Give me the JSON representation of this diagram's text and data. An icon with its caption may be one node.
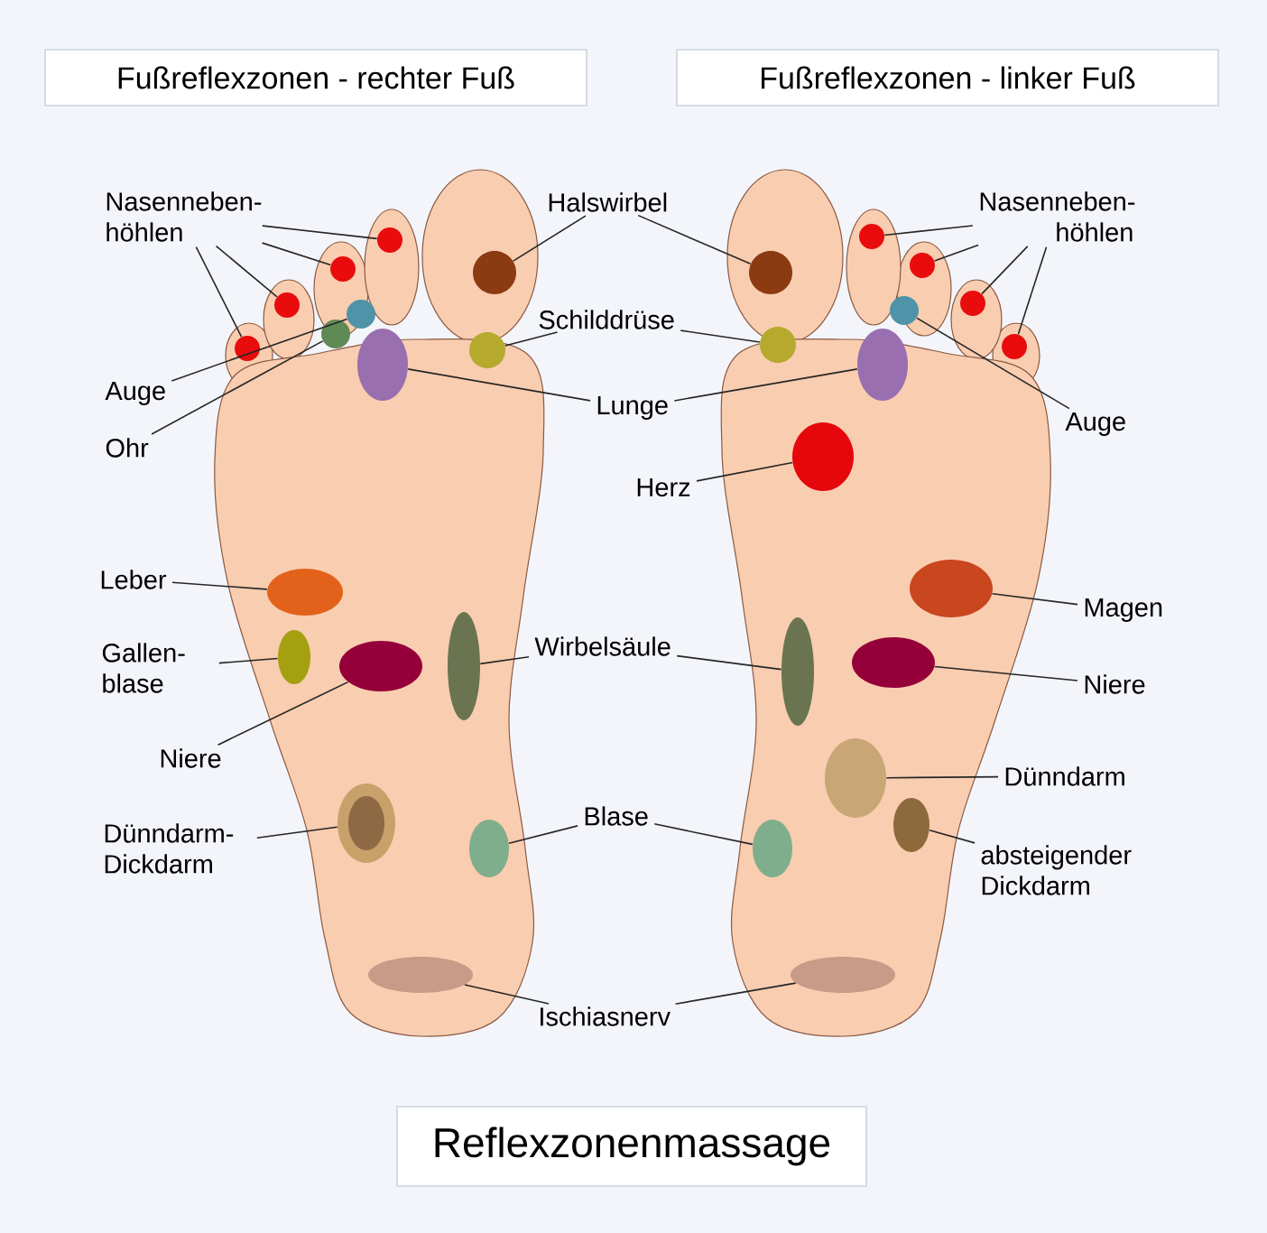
{
  "diagram": {
    "nodes": [
      {
        "text": [
          "Fußreflexzonen - rechter Fuß"
        ]
      },
      {
        "text": [
          "Fußreflexzonen - linker Fuß"
        ]
      },
      {
        "text": [
          "Nasenneben- höhlen"
        ]
      },
      {
        "text": [
          "Halswirbel"
        ]
      },
      {
        "text": [
          "Nasenneben- höhlen"
        ]
      },
      {
        "text": [
          "Schilddrüse"
        ]
      },
      {
        "text": [
          "Auge"
        ]
      },
      {
        "text": [
          "Lunge"
        ]
      },
      {
        "text": [
          "Auge"
        ]
      },
      {
        "text": [
          "Ohr"
        ]
      },
      {
        "text": [
          "Herz"
        ]
      },
      {
        "text": [
          "Leber"
        ]
      },
      {
        "text": [
          "Magen"
        ]
      },
      {
        "text": [
          "Wirbelsäule"
        ]
      },
      {
        "text": [
          "Gallen- blase"
        ]
      },
      {
        "text": [
          "Niere"
        ]
      },
      {
        "text": [
          "Niere"
        ]
      },
      {
        "text": [
          "Dünndarm"
        ]
      },
      {
        "text": [
          "Blase"
        ]
      },
      {
        "text": [
          "Dünndarm- Dickdarm"
        ]
      },
      {
        "text": [
          "absteigender Dickdarm"
        ]
      },
      {
        "text": [
          "Ischiasnerv"
        ]
      },
      {
        "text": [
          "Reflexzonenmassage"
        ]
      },
      {
        "text": [],
        "shape": "circle"
      },
      {
        "text": [],
        "shape": "circle"
      },
      {
        "text": [],
        "shape": "circle"
      },
      {
        "text": [],
        "shape": "circle"
      },
      {
        "text": [],
        "shape": "circle"
      },
      {
        "text": [],
        "shape": "circle"
      },
      {
        "text": [],
        "shape": "circle"
      },
      {
        "text": [],
        "shape": "circle"
      },
      {
        "text": [],
        "shape": "circle"
      },
      {
        "text": [],
        "shape": "circle"
      },
      {
        "text": [],
        "shape": "circle"
      },
      {
        "text": [],
        "shape": "circle"
      },
      {
        "text": [],
        "shape": "circle"
      },
      {
        "text": [],
        "shape": "circle"
      },
      {
        "text": [],
        "shape": "circle"
      },
      {
        "text": [],
        "shape": "circle"
      },
      {
        "text": [],
        "shape": "circle"
      },
      {
        "text": [],
        "shape": "circle"
      },
      {
        "text": [],
        "shape": "circle"
      },
      {
        "text": [],
        "shape": "circle"
      },
      {
        "text": [],
        "shape": "circle"
      },
      {
        "text": [],
        "shape": "circle"
      },
      {
        "text": [],
        "shape": "circle"
      },
      {
        "text": [],
        "shape": "circle"
      },
      {
        "text": [],
        "shape": "circle"
      },
      {
        "text": [],
        "shape": "circle"
      },
      {
        "text": [],
        "shape": "circle"
      },
      {
        "text": [],
        "shape": "circle"
      },
      {
        "text": [],
        "shape": "circle"
      },
      {
        "text": [],
        "shape": "circle"
      },
      {
        "text": [],
        "shape": "circle"
      },
      {
        "text": [],
        "shape": "circle"
      }
    ],
    "edges": [
      {
        "from": 2,
        "to": 23,
        "arrow": "none"
      },
      {
        "from": 2,
        "to": 24,
        "arrow": "none"
      },
      {
        "from": 2,
        "to": 25,
        "arrow": "none"
      },
      {
        "from": 2,
        "to": 26,
        "arrow": "none"
      },
      {
        "from": 3,
        "to": 27,
        "arrow": "none"
      },
      {
        "from": 3,
        "to": 43,
        "arrow": "none"
      },
      {
        "from": 4,
        "to": 39,
        "arrow": "none"
      },
      {
        "from": 4,
        "to": 40,
        "arrow": "none"
      },
      {
        "from": 4,
        "to": 41,
        "arrow": "none"
      },
      {
        "from": 4,
        "to": 42,
        "arrow": "none"
      },
      {
        "from": 5,
        "to": 30,
        "arrow": "none"
      },
      {
        "from": 5,
        "to": 45,
        "arrow": "none"
      },
      {
        "from": 6,
        "to": 28,
        "arrow": "none"
      },
      {
        "from": 7,
        "to": 31,
        "arrow": "none"
      },
      {
        "from": 7,
        "to": 46,
        "arrow": "none"
      },
      {
        "from": 8,
        "to": 44,
        "arrow": "none"
      },
      {
        "from": 9,
        "to": 29,
        "arrow": "none"
      },
      {
        "from": 10,
        "to": 47,
        "arrow": "none"
      },
      {
        "from": 11,
        "to": 32,
        "arrow": "none"
      },
      {
        "from": 12,
        "to": 48,
        "arrow": "none"
      },
      {
        "from": 13,
        "to": 35,
        "arrow": "none"
      },
      {
        "from": 13,
        "to": 50,
        "arrow": "none"
      },
      {
        "from": 14,
        "to": 33,
        "arrow": "none"
      },
      {
        "from": 15,
        "to": 49,
        "arrow": "none"
      },
      {
        "from": 16,
        "to": 34,
        "arrow": "none"
      },
      {
        "from": 17,
        "to": 51,
        "arrow": "none"
      },
      {
        "from": 18,
        "to": 37,
        "arrow": "none"
      },
      {
        "from": 18,
        "to": 53,
        "arrow": "none"
      },
      {
        "from": 19,
        "to": 36,
        "arrow": "none"
      },
      {
        "from": 20,
        "to": 52,
        "arrow": "none"
      },
      {
        "from": 21,
        "to": 38,
        "arrow": "none"
      },
      {
        "from": 21,
        "to": 54,
        "arrow": "none"
      }
    ]
  }
}
